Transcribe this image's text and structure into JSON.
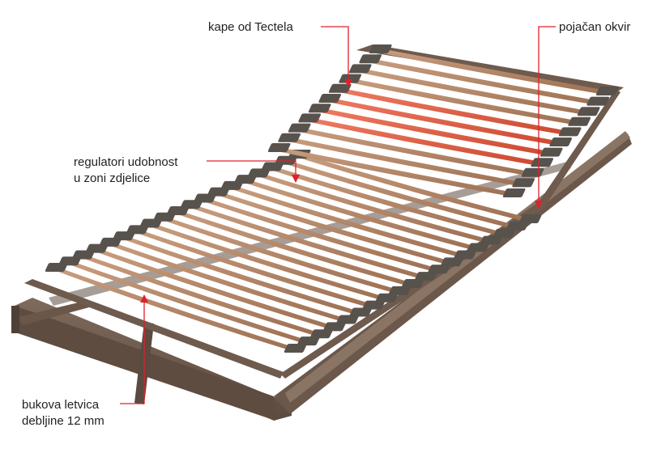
{
  "labels": {
    "caps": "kape od Tectela",
    "frame": "pojačan okvir",
    "regulators": [
      "regulatori udobnost",
      "u zoni zdjelice"
    ],
    "beech": [
      "bukova letvica",
      "debljine 12 mm"
    ]
  },
  "colors": {
    "frame": "#6e5b4e",
    "slat": "#b98b6b",
    "slat_highlight": "#e8604c",
    "cap": "#58524d",
    "leader": "#e0202a"
  }
}
